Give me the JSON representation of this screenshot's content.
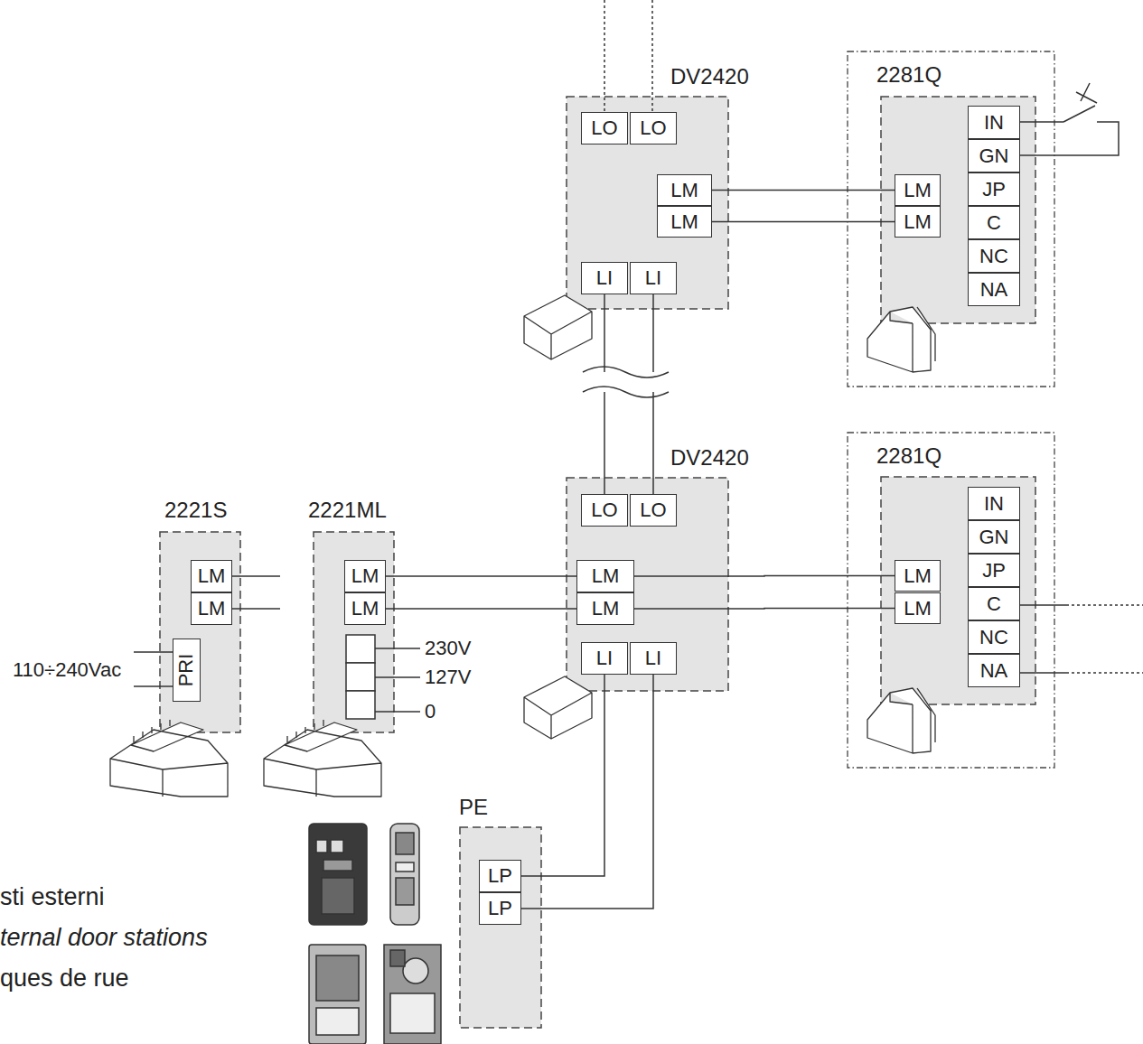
{
  "diagram": {
    "nodes": [
      {
        "text": [
          "DV2420"
        ]
      },
      {
        "text": [
          "LO"
        ],
        "in": 0
      },
      {
        "text": [
          "LO"
        ],
        "in": 0
      },
      {
        "text": [
          "LM"
        ],
        "in": 0
      },
      {
        "text": [
          "LM"
        ],
        "in": 0
      },
      {
        "text": [
          "LI"
        ],
        "in": 0
      },
      {
        "text": [
          "LI"
        ],
        "in": 0
      },
      {
        "text": [
          "2281Q"
        ]
      },
      {
        "text": [
          "IN"
        ],
        "in": 7
      },
      {
        "text": [
          "GN"
        ],
        "in": 7
      },
      {
        "text": [
          "JP"
        ],
        "in": 7
      },
      {
        "text": [
          "C"
        ],
        "in": 7
      },
      {
        "text": [
          "NC"
        ],
        "in": 7
      },
      {
        "text": [
          "NA"
        ],
        "in": 7
      },
      {
        "text": [
          "LM"
        ],
        "in": 7
      },
      {
        "text": [
          "LM"
        ],
        "in": 7
      },
      {
        "text": [
          "2221S"
        ]
      },
      {
        "text": [
          "LM"
        ],
        "in": 16
      },
      {
        "text": [
          "LM"
        ],
        "in": 16
      },
      {
        "text": [
          "PRI"
        ],
        "in": 16
      },
      {
        "text": [
          "2221ML"
        ]
      },
      {
        "text": [
          "LM"
        ],
        "in": 20
      },
      {
        "text": [
          "LM"
        ],
        "in": 20
      },
      {
        "text": [
          "DV2420"
        ]
      },
      {
        "text": [
          "LO"
        ],
        "in": 23
      },
      {
        "text": [
          "LO"
        ],
        "in": 23
      },
      {
        "text": [
          "LM"
        ],
        "in": 23
      },
      {
        "text": [
          "LM"
        ],
        "in": 23
      },
      {
        "text": [
          "LI"
        ],
        "in": 23
      },
      {
        "text": [
          "LI"
        ],
        "in": 23
      },
      {
        "text": [
          "2281Q"
        ]
      },
      {
        "text": [
          "IN"
        ],
        "in": 30
      },
      {
        "text": [
          "GN"
        ],
        "in": 30
      },
      {
        "text": [
          "JP"
        ],
        "in": 30
      },
      {
        "text": [
          "C"
        ],
        "in": 30
      },
      {
        "text": [
          "NC"
        ],
        "in": 30
      },
      {
        "text": [
          "NA"
        ],
        "in": 30
      },
      {
        "text": [
          "LM"
        ],
        "in": 30
      },
      {
        "text": [
          "LM"
        ],
        "in": 30
      },
      {
        "text": [
          "PE"
        ]
      },
      {
        "text": [
          "LP"
        ],
        "in": 39
      },
      {
        "text": [
          "LP"
        ],
        "in": 39
      }
    ],
    "edges": [
      {
        "from": 3,
        "to": 14,
        "arrow": "none"
      },
      {
        "from": 4,
        "to": 15,
        "arrow": "none"
      },
      {
        "from": 5,
        "to": 24,
        "arrow": "none"
      },
      {
        "from": 6,
        "to": 25,
        "arrow": "none"
      },
      {
        "from": 21,
        "to": 26,
        "arrow": "none"
      },
      {
        "from": 22,
        "to": 27,
        "arrow": "none"
      },
      {
        "from": 26,
        "to": 37,
        "arrow": "none"
      },
      {
        "from": 27,
        "to": 38,
        "arrow": "none"
      },
      {
        "from": 28,
        "to": 40,
        "arrow": "none"
      },
      {
        "from": 29,
        "to": 41,
        "arrow": "none"
      }
    ],
    "labels": [
      "110÷240Vac",
      "230V",
      "127V",
      "0",
      "sti esterni",
      "ternal door stations",
      "ques de rue"
    ]
  }
}
